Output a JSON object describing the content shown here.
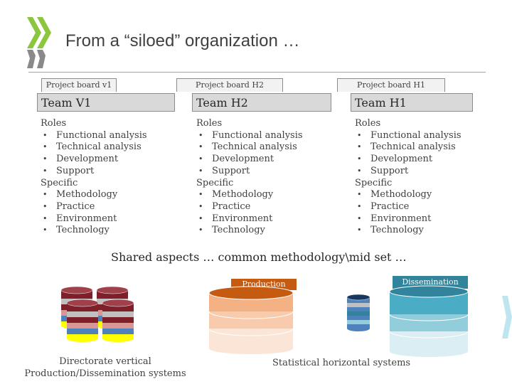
{
  "header": {
    "title": "From a “siloed” organization …"
  },
  "columns": [
    {
      "board": "Project board v1",
      "team": "Team V1",
      "roles_heading": "Roles",
      "roles": [
        "Functional analysis",
        "Technical analysis",
        "Development",
        "Support"
      ],
      "specific_heading": "Specific",
      "specific": [
        "Methodology",
        "Practice",
        "Environment",
        "Technology"
      ]
    },
    {
      "board": "Project board H2",
      "team": "Team H2",
      "roles_heading": "Roles",
      "roles": [
        "Functional analysis",
        "Technical analysis",
        "Development",
        "Support"
      ],
      "specific_heading": "Specific",
      "specific": [
        "Methodology",
        "Practice",
        "Environment",
        "Technology"
      ]
    },
    {
      "board": "Project board H1",
      "team": "Team H1",
      "roles_heading": "Roles",
      "roles": [
        "Functional analysis",
        "Technical analysis",
        "Development",
        "Support"
      ],
      "specific_heading": "Specific",
      "specific": [
        "Methodology",
        "Practice",
        "Environment",
        "Technology"
      ]
    }
  ],
  "shared_text": "Shared aspects … common methodology\\mid set …",
  "labels": {
    "production": "Production",
    "dissemination": "Dissemination"
  },
  "captions": {
    "vertical": "Directorate vertical\nProduction/Dissemination systems",
    "horizontal": "Statistical horizontal systems"
  },
  "colors": {
    "logo_green": "#8cc63f",
    "logo_gray": "#8a8a8a",
    "production_box": "#c55a11",
    "production_cyl": [
      "#f4b183",
      "#f8cbad",
      "#fbe5d6"
    ],
    "dissemination_box": "#31849b",
    "dissemination_cyl": [
      "#4bacc6",
      "#92cddc",
      "#daeef3"
    ],
    "small_db": [
      "#7f1f2a",
      "#c0c0c0",
      "#d99694",
      "#4f81bd",
      "#ffff00"
    ]
  }
}
